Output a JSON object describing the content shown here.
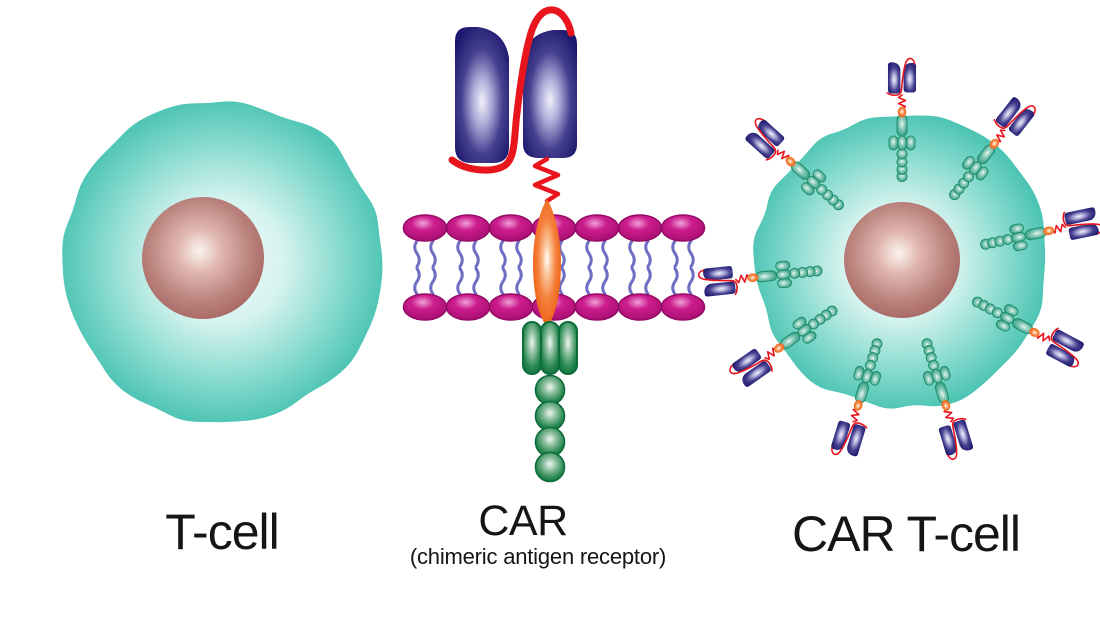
{
  "panels": {
    "t_cell": {
      "label": "T-cell"
    },
    "car": {
      "label": "CAR",
      "sublabel": "(chimeric antigen receptor)"
    },
    "car_t_cell": {
      "label": "CAR T-cell",
      "receptor_count": 9
    }
  },
  "colors": {
    "cell_teal": "#3CBEAC",
    "nucleus_rose": "#A66561",
    "receptor_navy": "#1E196E",
    "linker_red": "#E8151D",
    "lipid_magenta": "#B5107B",
    "lipid_tail_purple": "#6F6EC2",
    "transmembrane_orange": "#EE5F13",
    "signaling_green": "#0E7240"
  }
}
